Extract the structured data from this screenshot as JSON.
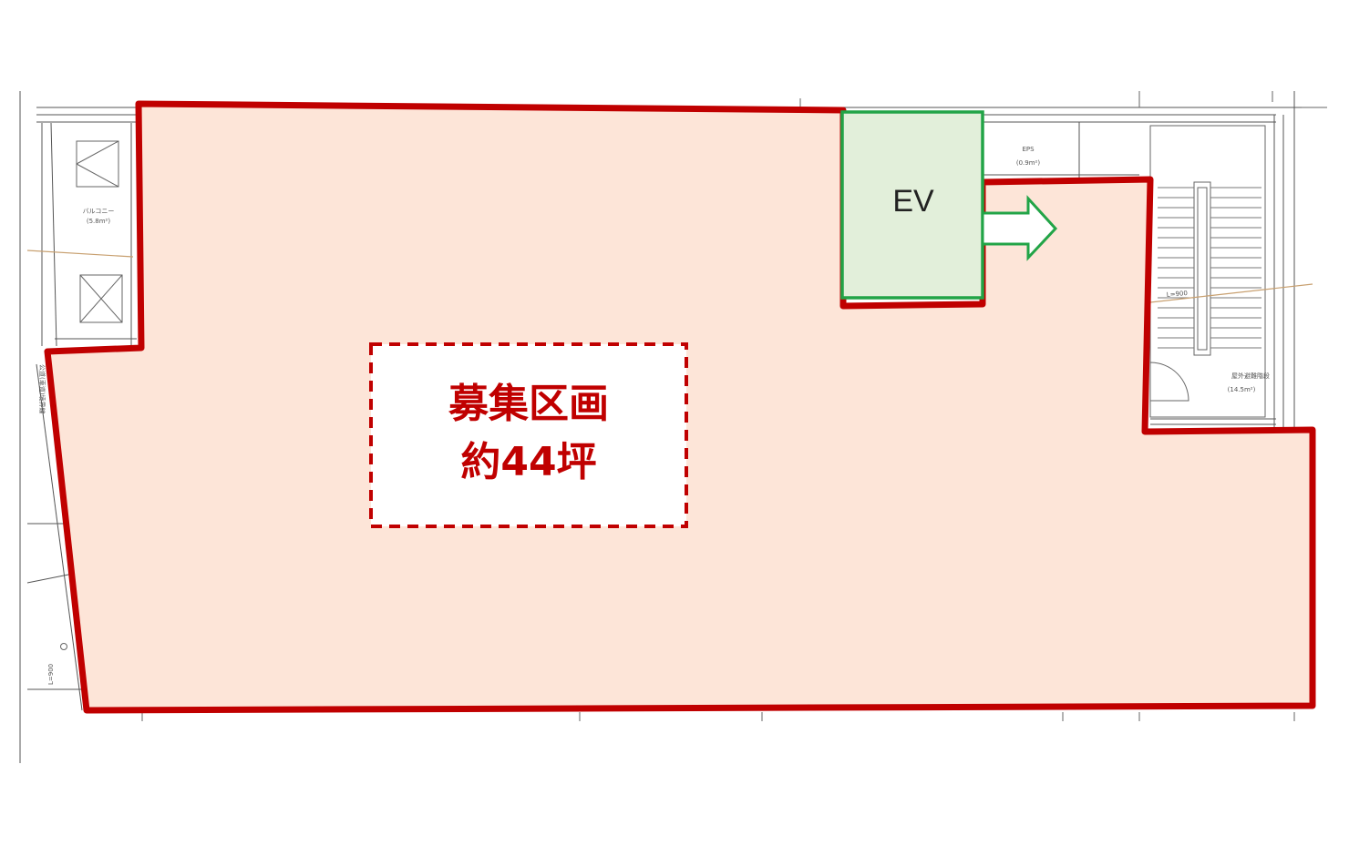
{
  "plan": {
    "ev_label": "EV",
    "area_name": "募集区画",
    "area_size": "約44坪",
    "small_labels": {
      "balcony": "バルコニー",
      "balcony_note": "(5.8m²)",
      "eps": "EPS",
      "eps_note": "(0.9m²)",
      "stair": "屋外避難階段",
      "stair_note": "(14.5m²)",
      "side_note": "公道(車道)境界線",
      "level_left": "L=900",
      "level_right": "L=900"
    },
    "colors": {
      "area_fill": "#fde5d8",
      "area_border": "#c00000",
      "ev_fill": "#e2efda",
      "ev_border": "#22a447",
      "line": "#555555"
    }
  }
}
